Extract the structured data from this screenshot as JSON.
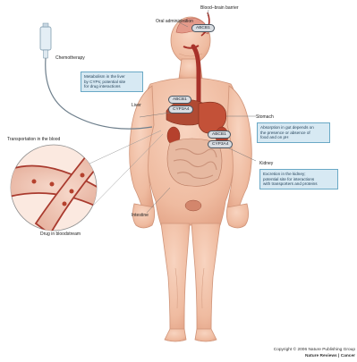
{
  "labels": {
    "oral_administration": "Oral administration",
    "blood_brain_barrier": "Blood–brain barrier",
    "chemotherapy": "Chemotherapy",
    "liver": "Liver",
    "stomach": "Stomach",
    "kidney": "Kidney",
    "transportation_in_blood": "Transportation in the blood",
    "drug_in_bloodstream": "Drug in bloodstream",
    "intestine": "Intestine"
  },
  "transporters": {
    "bbb": "ABCB1",
    "liver_top": "ABCB1",
    "liver_bottom": "CYP3A4",
    "gut_top": "ABCB1",
    "gut_bottom": "CYP3A4"
  },
  "notes": {
    "liver_note": [
      "Metabolism in the liver",
      "by CYPs; potential site",
      "for drug interactions"
    ],
    "stomach_note": [
      "Absorption in gut depends on",
      "the presence or absence of",
      "food and on pH"
    ],
    "kidney_note": [
      "Excretion in the kidney;",
      "potential site for interactions",
      "with transporters and proteins"
    ]
  },
  "footer": {
    "copyright": "Copyright © 2006 Nature Publishing Group",
    "journal": "Nature Reviews | Cancer"
  },
  "colors": {
    "skin": "#f2c2aa",
    "skin_shade": "#e3a489",
    "outline": "#c98a70",
    "organ_red": "#b8452e",
    "vessel": "#a93a2e",
    "note_fill": "#d7e9f3",
    "note_border": "#6aa9c6"
  }
}
